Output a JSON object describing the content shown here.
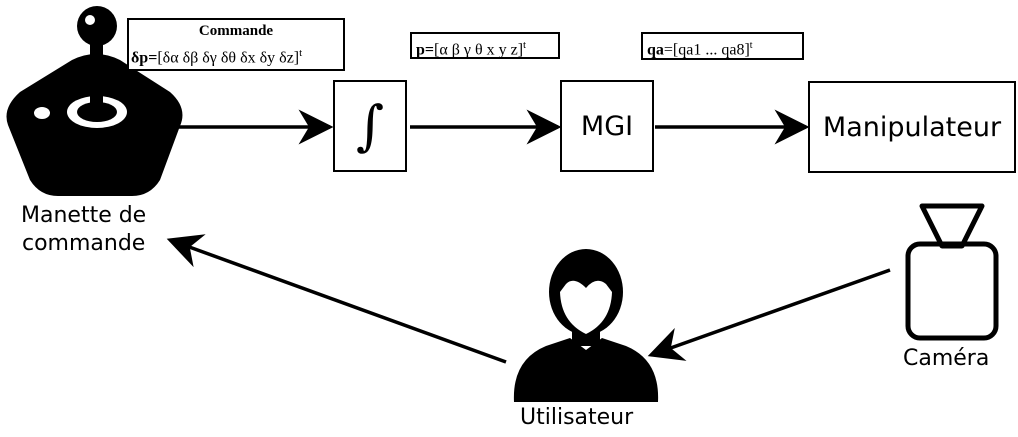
{
  "blocks": {
    "integrator": {
      "symbol": "∫"
    },
    "mgi": {
      "label": "MGI"
    },
    "manipulator": {
      "label": "Manipulateur"
    }
  },
  "formulas": {
    "command": {
      "title": "Commande",
      "lhs": "δp=",
      "rhs": "[δα δβ δγ δθ δx δy δz]",
      "sup": "t"
    },
    "pose": {
      "lhs": "p=",
      "rhs": "[α β γ θ x y z]",
      "sup": "t"
    },
    "joints": {
      "lhs": "qa",
      "rhs": "=[qa1 ... qa8]",
      "sup": "t"
    }
  },
  "actors": {
    "joystick": {
      "icon": "joystick-icon",
      "label_line1": "Manette de",
      "label_line2": "commande"
    },
    "user": {
      "icon": "user-icon",
      "label": "Utilisateur"
    },
    "camera": {
      "icon": "camera-icon",
      "label": "Caméra"
    }
  },
  "colors": {
    "stroke": "#000000",
    "background": "#ffffff"
  }
}
